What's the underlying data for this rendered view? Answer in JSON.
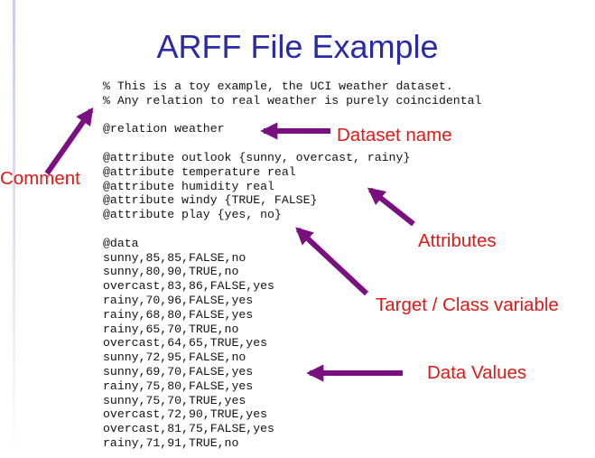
{
  "title": "ARFF File Example",
  "code_lines": [
    "% This is a toy example, the UCI weather dataset.",
    "% Any relation to real weather is purely coincidental",
    "",
    "@relation weather",
    "",
    "@attribute outlook {sunny, overcast, rainy}",
    "@attribute temperature real",
    "@attribute humidity real",
    "@attribute windy {TRUE, FALSE}",
    "@attribute play {yes, no}",
    "",
    "@data",
    "sunny,85,85,FALSE,no",
    "sunny,80,90,TRUE,no",
    "overcast,83,86,FALSE,yes",
    "rainy,70,96,FALSE,yes",
    "rainy,68,80,FALSE,yes",
    "rainy,65,70,TRUE,no",
    "overcast,64,65,TRUE,yes",
    "sunny,72,95,FALSE,no",
    "sunny,69,70,FALSE,yes",
    "rainy,75,80,FALSE,yes",
    "sunny,75,70,TRUE,yes",
    "overcast,72,90,TRUE,yes",
    "overcast,81,75,FALSE,yes",
    "rainy,71,91,TRUE,no"
  ],
  "annotations": {
    "comment": "Comment",
    "dataset_name": "Dataset name",
    "attributes": "Attributes",
    "target": "Target / Class variable",
    "data_values": "Data Values"
  },
  "colors": {
    "title": "#2a2aa6",
    "label": "#e01818",
    "arrow": "#7a0f80"
  }
}
